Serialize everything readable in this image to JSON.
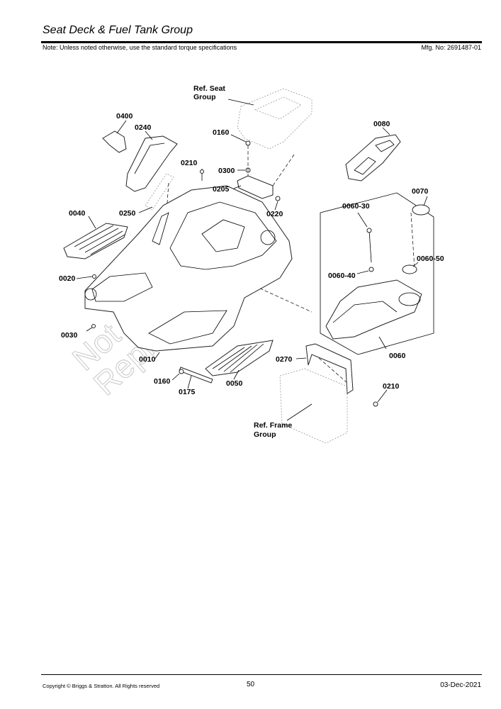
{
  "header": {
    "title": "Seat Deck & Fuel Tank Group",
    "note": "Note: Unless noted otherwise, use the standard torque specifications",
    "mfg": "Mfg. No: 2691487-01"
  },
  "footer": {
    "copyright": "Copyright ©  Briggs & Stratton. All Rights reserved",
    "page": "50",
    "date": "03-Dec-2021"
  },
  "watermark": {
    "line1": "Not For",
    "line2": "Reproduction"
  },
  "labels": {
    "ref_seat_1": "Ref. Seat",
    "ref_seat_2": "Group",
    "p0400": "0400",
    "p0240": "0240",
    "p0160a": "0160",
    "p0080": "0080",
    "p0210a": "0210",
    "p0300": "0300",
    "p0205": "0205",
    "p0070": "0070",
    "p0040": "0040",
    "p0250": "0250",
    "p0220": "0220",
    "p0060_30": "0060-30",
    "p0060_50": "0060-50",
    "p0020": "0020",
    "p0060_40": "0060-40",
    "p0030": "0030",
    "p0010": "0010",
    "p0060": "0060",
    "p0270": "0270",
    "p0160b": "0160",
    "p0050": "0050",
    "p0175": "0175",
    "p0210b": "0210",
    "ref_frame_1": "Ref. Frame",
    "ref_frame_2": "Group"
  }
}
